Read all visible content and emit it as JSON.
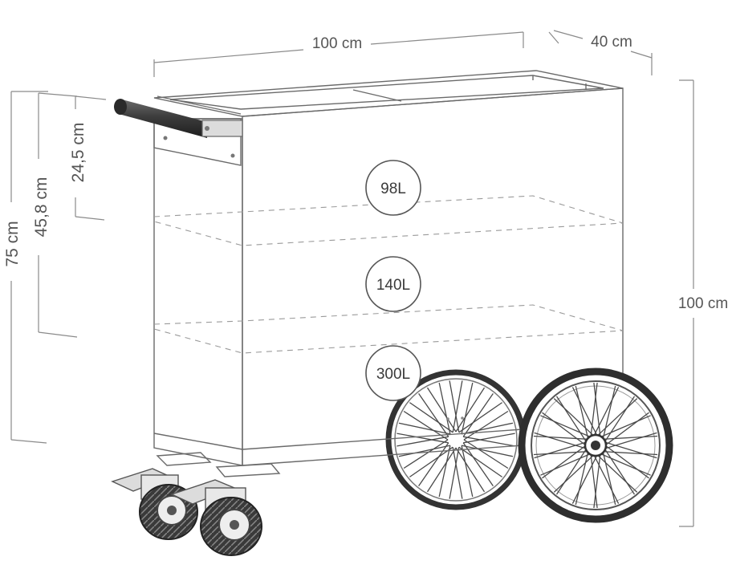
{
  "dimensions": {
    "width": "100 cm",
    "depth": "40 cm",
    "height_total": "100 cm",
    "height_75": "75 cm",
    "height_458": "45,8 cm",
    "height_245": "24,5 cm"
  },
  "compartments": [
    {
      "volume": "98L"
    },
    {
      "volume": "140L"
    },
    {
      "volume": "300L"
    }
  ],
  "colors": {
    "line": "#6a6a6a",
    "dimension": "#8a8a8a",
    "tire": "#2e2e2e",
    "background": "#ffffff"
  }
}
